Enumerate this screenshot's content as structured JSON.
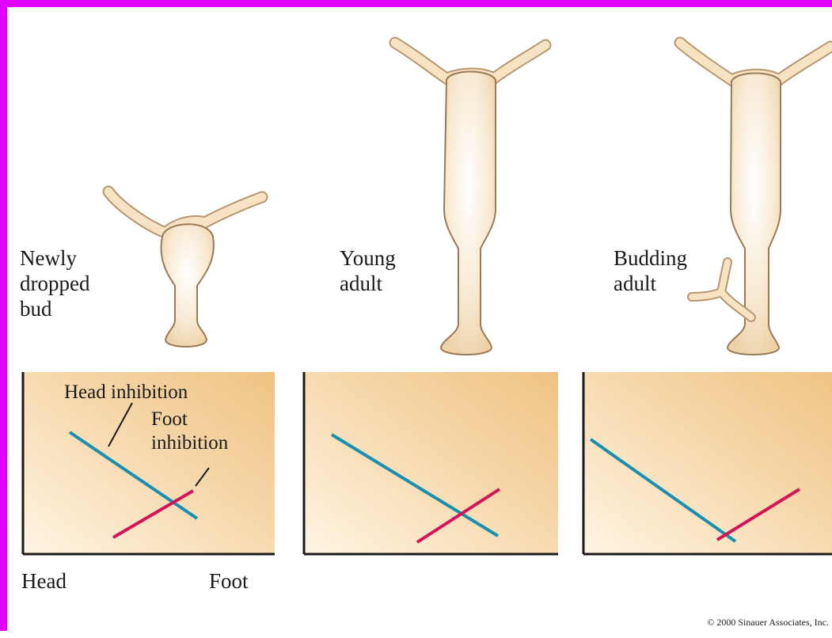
{
  "stages": [
    {
      "label": "Newly\ndropped\nbud"
    },
    {
      "label": "Young\nadult"
    },
    {
      "label": "Budding\nadult"
    }
  ],
  "plot_labels": {
    "head_inhibition": "Head inhibition",
    "foot_inhibition": "Foot\ninhibition"
  },
  "axis": {
    "left": "Head",
    "right": "Foot"
  },
  "copyright": "© 2000 Sinauer Associates, Inc.",
  "colors": {
    "frame": "#e000ff",
    "head_inhibition_line": "#1a8fb0",
    "foot_inhibition_line": "#d4145a",
    "plot_background_light": "#fdebd0",
    "plot_background_dark": "#f2c98c",
    "hydra_body": "#f5dfbb"
  }
}
